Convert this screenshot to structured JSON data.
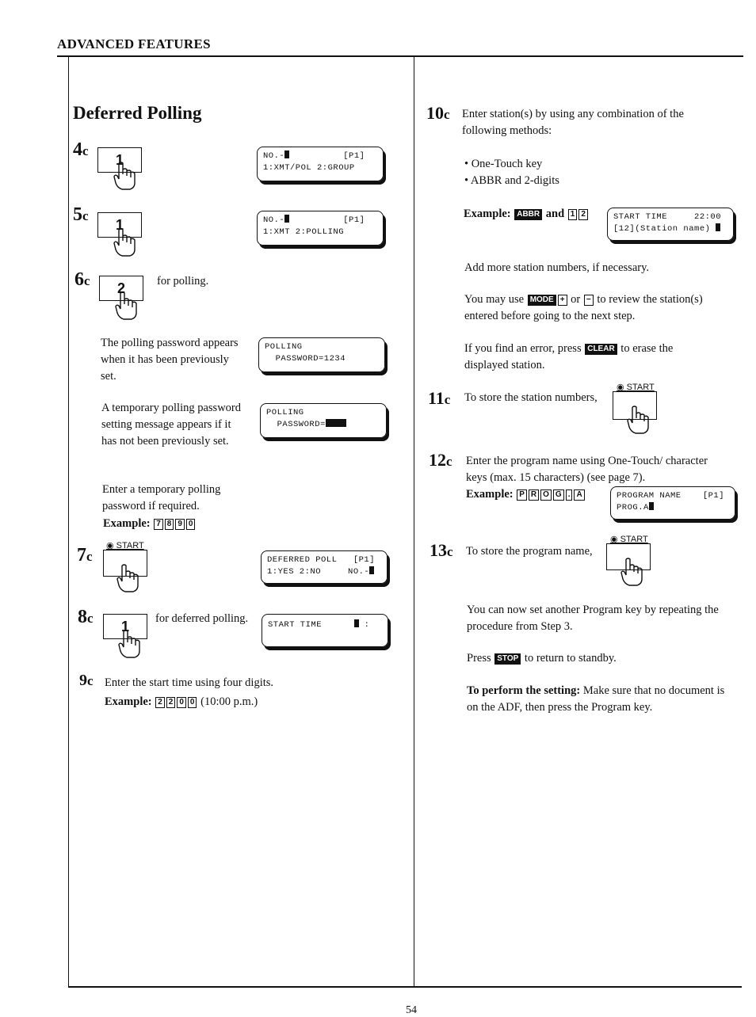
{
  "header": "ADVANCED FEATURES",
  "title": "Deferred Polling",
  "page_number": "54",
  "left": {
    "s4": {
      "num": "4",
      "suffix": "c",
      "key": "1",
      "lcd1": "NO.-",
      "lcd1r": "[P1]",
      "lcd2": "1:XMT/POL 2:GROUP"
    },
    "s5": {
      "num": "5",
      "suffix": "c",
      "key": "1",
      "lcd1": "NO.-",
      "lcd1r": "[P1]",
      "lcd2": "1:XMT 2:POLLING"
    },
    "s6": {
      "num": "6",
      "suffix": "c",
      "key": "2",
      "text": "for polling."
    },
    "pw_set_text": "The polling password appears when it has been previously set.",
    "pw_set_lcd1": "POLLING",
    "pw_set_lcd2": "  PASSWORD=1234",
    "pw_temp_text": "A temporary polling password setting message appears if it has not been previously set.",
    "pw_temp_lcd1": "POLLING",
    "pw_temp_lcd2": "  PASSWORD=",
    "enter_text": "Enter a temporary polling password if required.",
    "enter_example_label": "Example:",
    "enter_example_keys": [
      "7",
      "8",
      "9",
      "0"
    ],
    "s7": {
      "num": "7",
      "suffix": "c",
      "start": "START",
      "lcd1": "DEFERRED POLL   [P1]",
      "lcd2": "1:YES 2:NO     NO.-"
    },
    "s8": {
      "num": "8",
      "suffix": "c",
      "key": "1",
      "text": "for deferred polling.",
      "lcd1": "START TIME"
    },
    "s9": {
      "num": "9",
      "suffix": "c",
      "text": "Enter the start time using four digits.",
      "example_label": "Example:",
      "example_keys": [
        "2",
        "2",
        "0",
        "0"
      ],
      "example_tail": "(10:00 p.m.)"
    }
  },
  "right": {
    "s10": {
      "num": "10",
      "suffix": "c",
      "text": "Enter station(s) by using any combination of the following methods:",
      "bullets": [
        "One-Touch key",
        "ABBR and 2-digits"
      ],
      "example_label": "Example:",
      "example_key1": "ABBR",
      "example_and": "and",
      "example_keys": [
        "1",
        "2"
      ],
      "lcd1": "START TIME     22:00",
      "lcd2": "[12](Station name)"
    },
    "add_more": "Add more station numbers, if necessary.",
    "review_a": "You may use",
    "review_mode": "MODE",
    "review_plus": "+",
    "review_or": "or",
    "review_minus": "−",
    "review_b": "to review the station(s) entered before going to the next step.",
    "error_a": "If you find an error, press",
    "error_key": "CLEAR",
    "error_b": "to erase the displayed station.",
    "s11": {
      "num": "11",
      "suffix": "c",
      "text": "To store the station numbers,",
      "start": "START"
    },
    "s12": {
      "num": "12",
      "suffix": "c",
      "text": "Enter the program name using One-Touch/ character keys (max. 15 characters) (see page 7).",
      "example_label": "Example:",
      "example_keys": [
        "P",
        "R",
        "O",
        "G",
        ".",
        "A"
      ],
      "lcd1": "PROGRAM NAME    [P1]",
      "lcd2": "PROG.A"
    },
    "s13": {
      "num": "13",
      "suffix": "c",
      "text": "To store the program name,",
      "start": "START"
    },
    "repeat": "You can now set another Program key by repeating the procedure from Step 3.",
    "press_a": "Press",
    "press_key": "STOP",
    "press_b": "to return to standby.",
    "perform_bold": "To perform the setting:",
    "perform_text": "Make sure that no document is on the ADF, then press the Program key."
  }
}
